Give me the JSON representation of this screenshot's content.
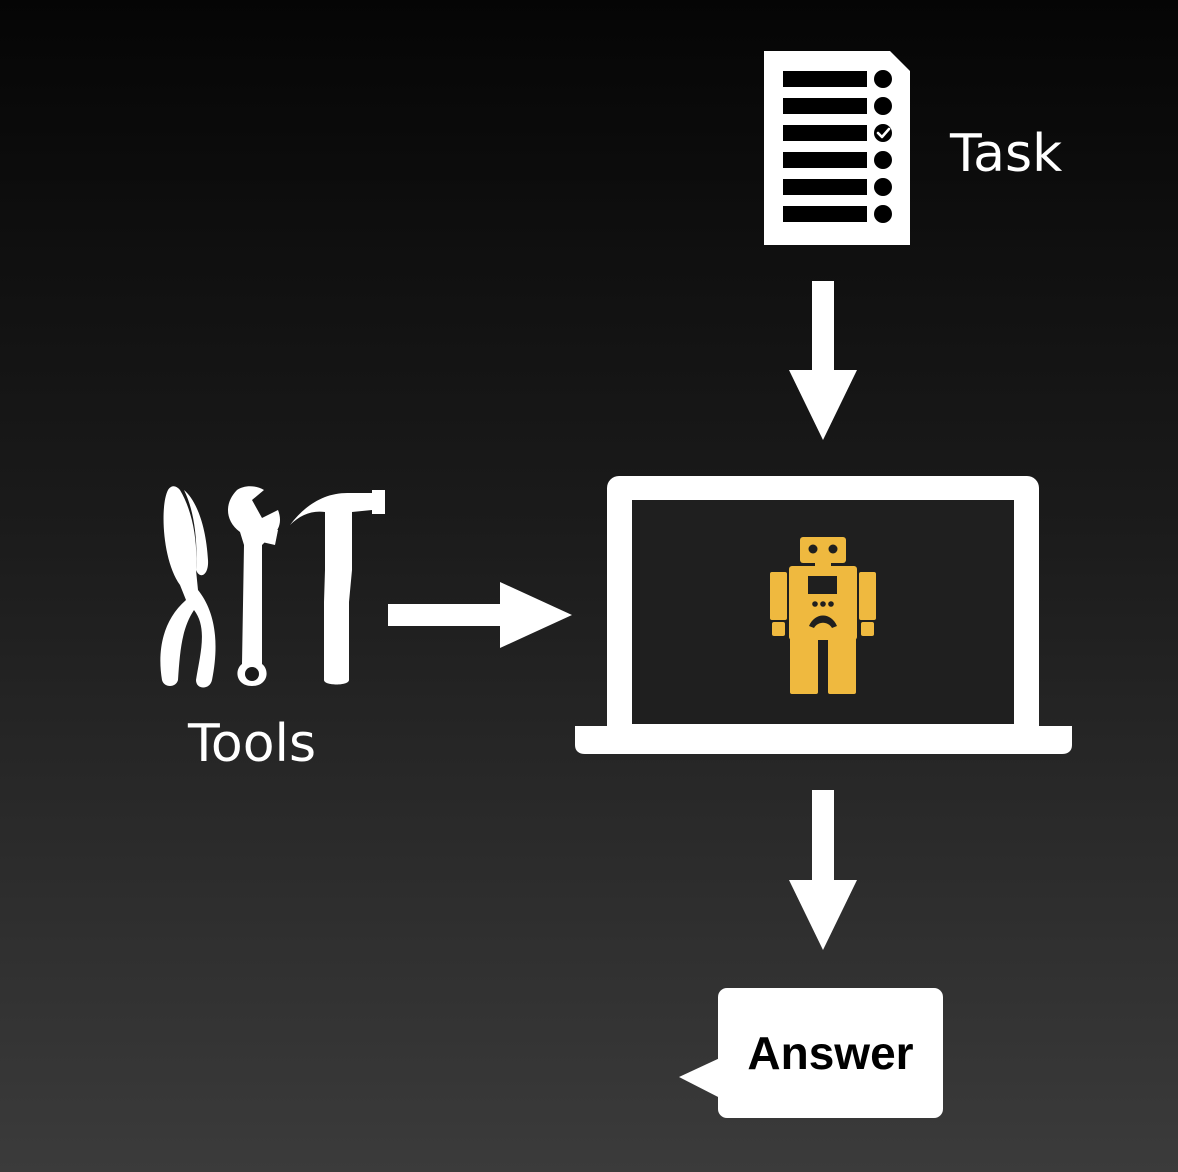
{
  "labels": {
    "task": "Task",
    "tools": "Tools",
    "answer": "Answer"
  },
  "icons": {
    "task": "checklist-document-icon",
    "tools": "pliers-wrench-hammer-icon",
    "agent": "robot-icon",
    "device": "laptop-icon"
  },
  "colors": {
    "foreground": "#ffffff",
    "robot": "#efb93f",
    "answer_text": "#000000",
    "background_top": "#050505",
    "background_bottom": "#3b3b3b"
  }
}
